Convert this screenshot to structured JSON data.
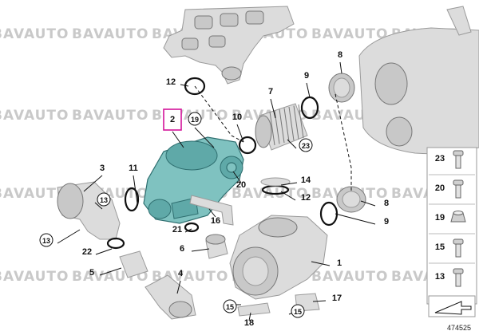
{
  "watermark": "BAVAUTO",
  "callouts": [
    "1",
    "2",
    "3",
    "4",
    "5",
    "6",
    "7",
    "8",
    "9",
    "10",
    "11",
    "12",
    "13",
    "14",
    "15",
    "16",
    "17",
    "18",
    "19",
    "20",
    "21",
    "22",
    "23"
  ],
  "legend": [
    "23",
    "20",
    "19",
    "15",
    "13"
  ],
  "diagram_id": "474525",
  "colors": {
    "highlight": "#d4149a",
    "highlighted_part": "#7fc2c0"
  }
}
